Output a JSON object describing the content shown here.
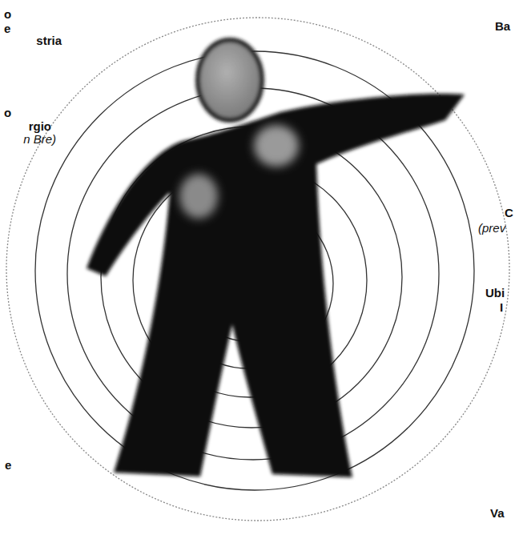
{
  "diagram": {
    "labels": [
      "o",
      "e",
      "stria",
      "o",
      "rgio",
      "n Bre)",
      "e",
      "Ba",
      "C",
      "(prev",
      "Ubi",
      "I",
      "Va"
    ]
  }
}
